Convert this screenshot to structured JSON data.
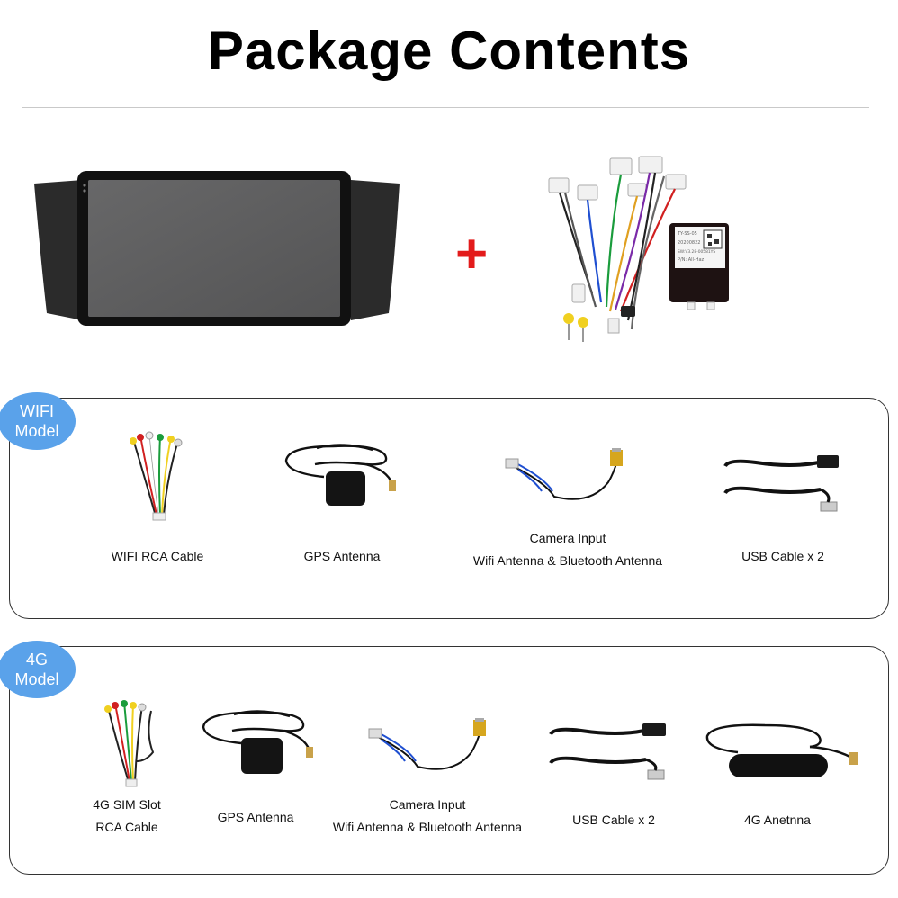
{
  "page": {
    "title": "Package Contents",
    "plus_sign": "+"
  },
  "main_unit": {
    "harness_label_lines": [
      "TY-SS-05",
      "20200822",
      "SW:V3.28-00581YS",
      "P/N: All-Haz"
    ]
  },
  "wifi_model": {
    "badge_line1": "WIFI",
    "badge_line2": "Model",
    "items": [
      {
        "label": "WIFI RCA Cable"
      },
      {
        "label": "GPS Antenna"
      },
      {
        "label_line1": "Camera Input",
        "label_line2": "Wifi Antenna & Bluetooth Antenna"
      },
      {
        "label": "USB Cable x 2"
      }
    ]
  },
  "g4_model": {
    "badge_line1": "4G",
    "badge_line2": "Model",
    "items": [
      {
        "label_line1": "4G SIM Slot",
        "label_line2": "RCA Cable"
      },
      {
        "label": "GPS Antenna"
      },
      {
        "label_line1": "Camera Input",
        "label_line2": "Wifi Antenna & Bluetooth Antenna"
      },
      {
        "label": "USB Cable x 2"
      },
      {
        "label": "4G Anetnna"
      }
    ]
  },
  "colors": {
    "badge": "#5aa2ea",
    "plus": "#e31b1b",
    "panel_border": "#333333"
  }
}
